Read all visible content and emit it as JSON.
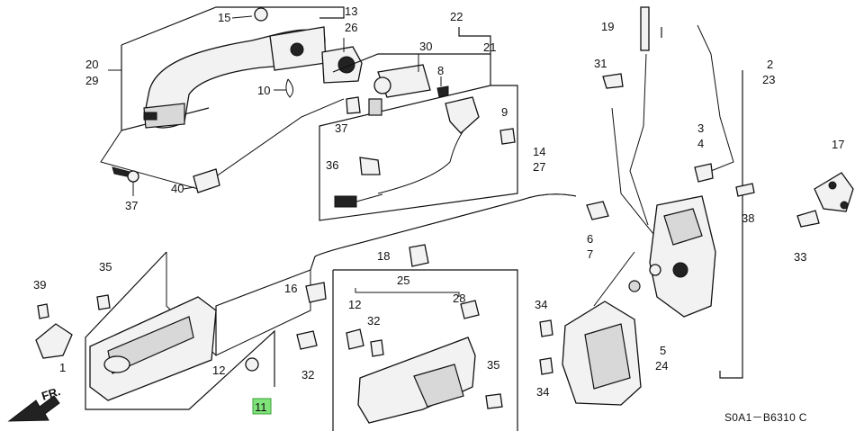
{
  "diagram_code": "S0A1－B6310 C",
  "front_arrow_label": "FR.",
  "labels": {
    "p15": "15",
    "p13": "13",
    "p26": "26",
    "p22": "22",
    "p30": "30",
    "p21": "21",
    "p8": "8",
    "p20": "20",
    "p29": "29",
    "p10": "10",
    "p37a": "37",
    "p9": "9",
    "p36": "36",
    "p37b": "37",
    "p40": "40",
    "p14": "14",
    "p27": "27",
    "p19": "19",
    "p31": "31",
    "p2": "2",
    "p23": "23",
    "p3": "3",
    "p4": "4",
    "p17": "17",
    "p38": "38",
    "p33": "33",
    "p6": "6",
    "p7": "7",
    "p18": "18",
    "p35a": "35",
    "p39": "39",
    "p16": "16",
    "p1": "1",
    "p12a": "12",
    "p32a": "32",
    "p11": "11",
    "p25": "25",
    "p12b": "12",
    "p28": "28",
    "p32b": "32",
    "p35b": "35",
    "p34a": "34",
    "p5": "5",
    "p24": "24",
    "p34b": "34"
  },
  "highlight_color": "#7fe37a"
}
